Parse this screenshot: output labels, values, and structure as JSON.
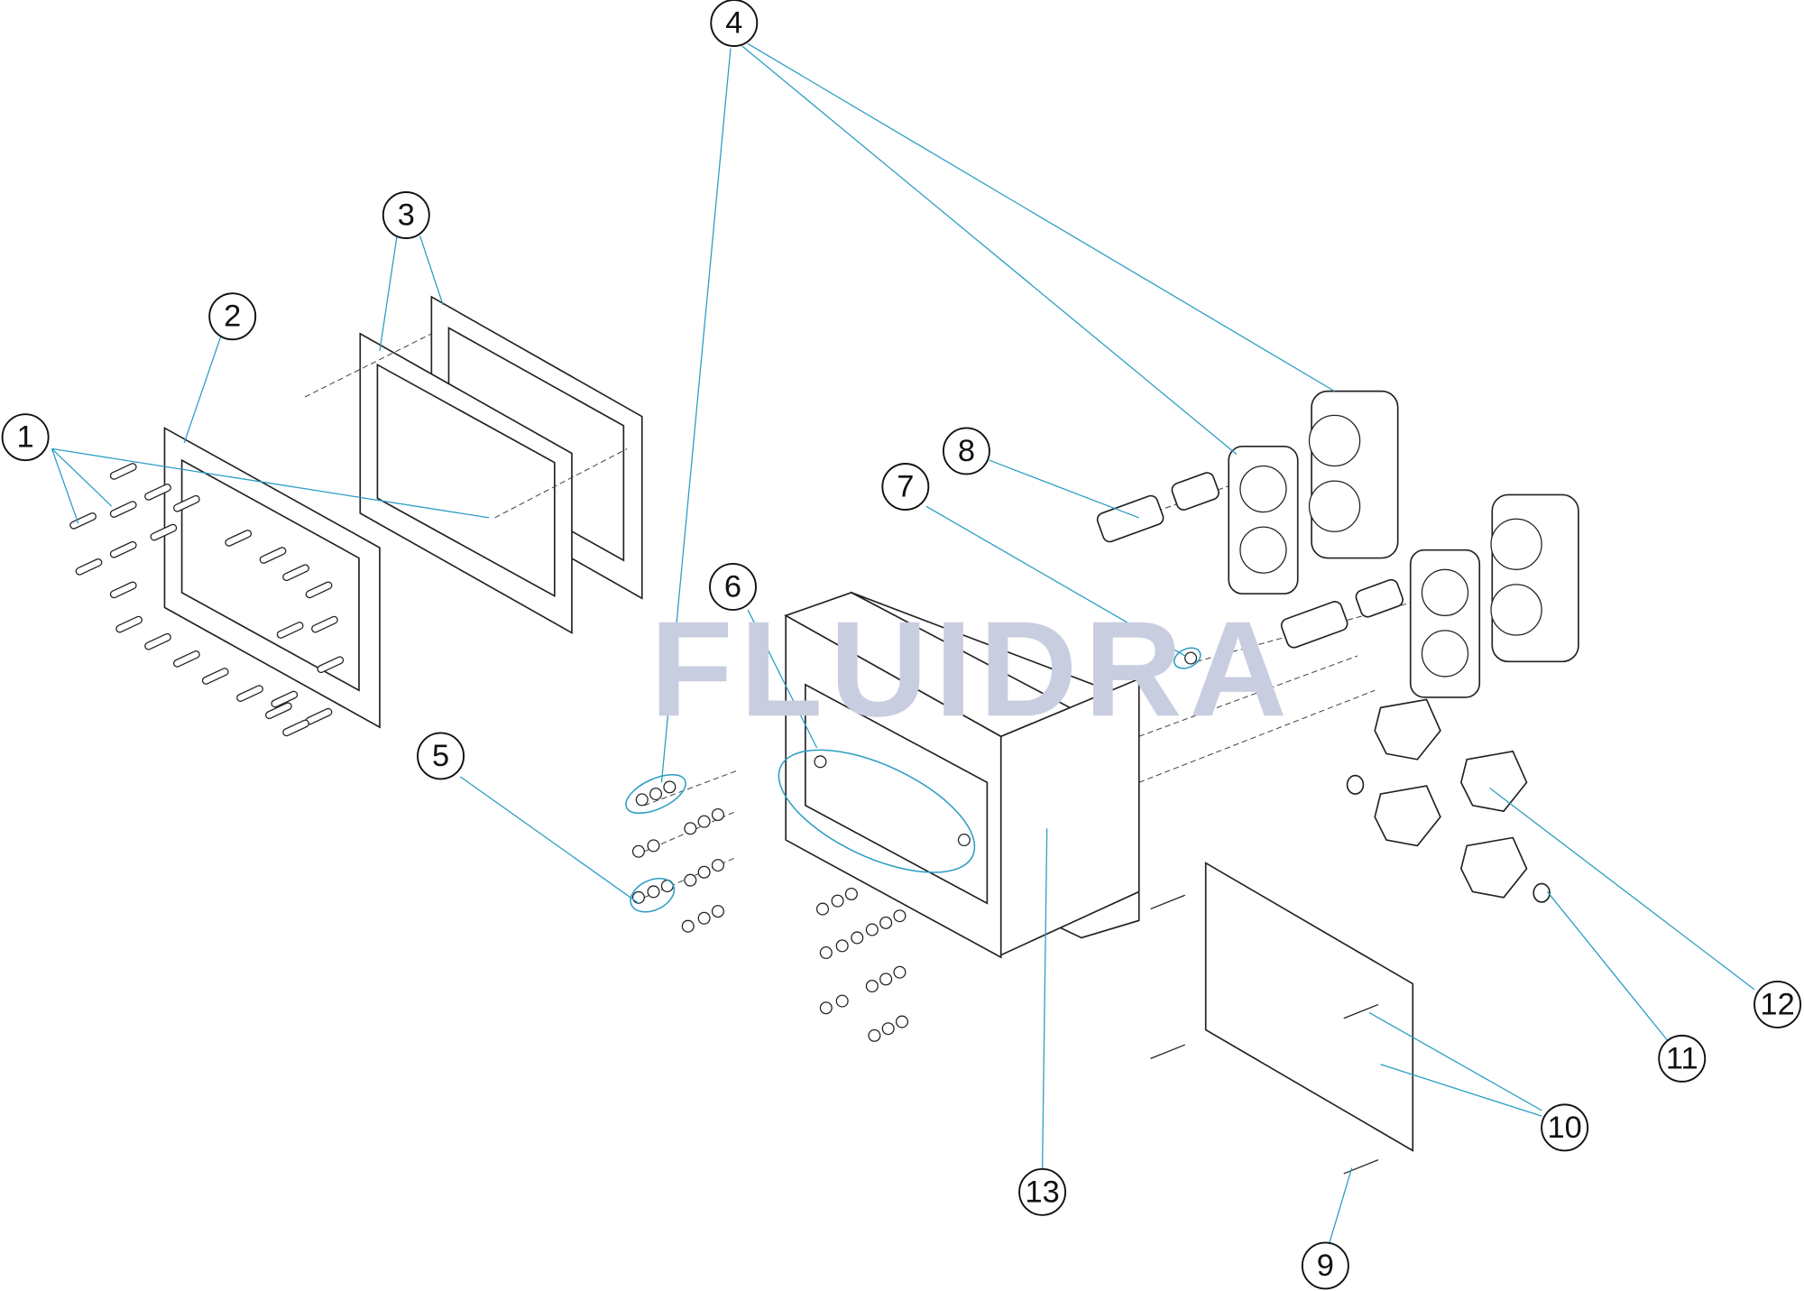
{
  "diagram": {
    "watermark": "FLUIDRA",
    "callouts": [
      {
        "label": "1"
      },
      {
        "label": "2"
      },
      {
        "label": "3"
      },
      {
        "label": "4"
      },
      {
        "label": "5"
      },
      {
        "label": "6"
      },
      {
        "label": "7"
      },
      {
        "label": "8"
      },
      {
        "label": "9"
      },
      {
        "label": "10"
      },
      {
        "label": "11"
      },
      {
        "label": "12"
      },
      {
        "label": "13"
      }
    ],
    "colors": {
      "leader": "#2a9dc4",
      "line": "#222222",
      "watermark": "#c9cde0"
    }
  }
}
